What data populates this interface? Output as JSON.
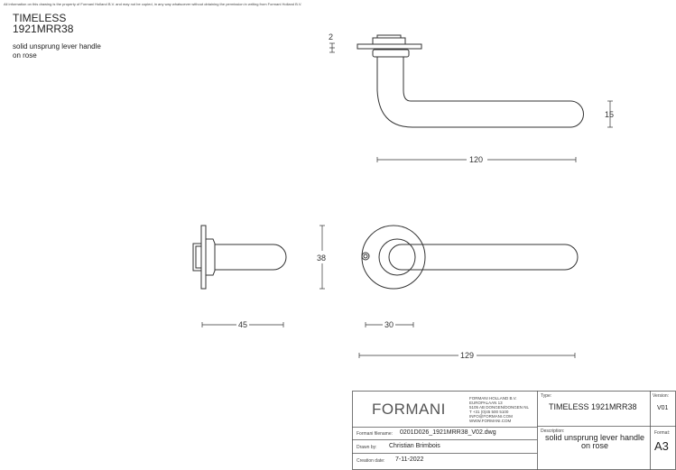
{
  "notice": "All information on this drawing is the property of Formani Holland B.V. and may not be copied, in any way whatsoever without obtaining the permission in writing from Formani Holland B.V.",
  "header": {
    "title_line1": "TIMELESS",
    "title_line2": "1921MRR38",
    "subtitle_line1": "solid unsprung lever handle",
    "subtitle_line2": "on rose"
  },
  "dimensions": {
    "rose_thickness": "2",
    "lever_height": "15",
    "lever_length": "120",
    "rose_diameter": "38",
    "side_depth": "45",
    "inner_rose": "30",
    "total_length": "129"
  },
  "title_block": {
    "logo": "FORMANI",
    "address": [
      "FORMANI HOLLAND B.V.",
      "EUROPALAAN 13",
      "5105 AB DONGEN/DONGEN NL",
      "T +31 (0)45 500 5100",
      "INFO@FORMANI.COM",
      "WWW.FORMANI.COM"
    ],
    "type_label": "Type:",
    "type_value": "TIMELESS 1921MRR38",
    "version_label": "Version:",
    "version_value": "V01",
    "filename_label": "Formani filename:",
    "filename_value": "0201D026_1921MRR38_V02.dwg",
    "drawn_by_label": "Drawn by:",
    "drawn_by_value": "Christian Brimbois",
    "creation_label": "Creation date:",
    "creation_value": "7-11-2022",
    "description_label": "Description:",
    "description_line1": "solid unsprung lever handle",
    "description_line2": "on rose",
    "format_label": "Format:",
    "format_value": "A3"
  }
}
